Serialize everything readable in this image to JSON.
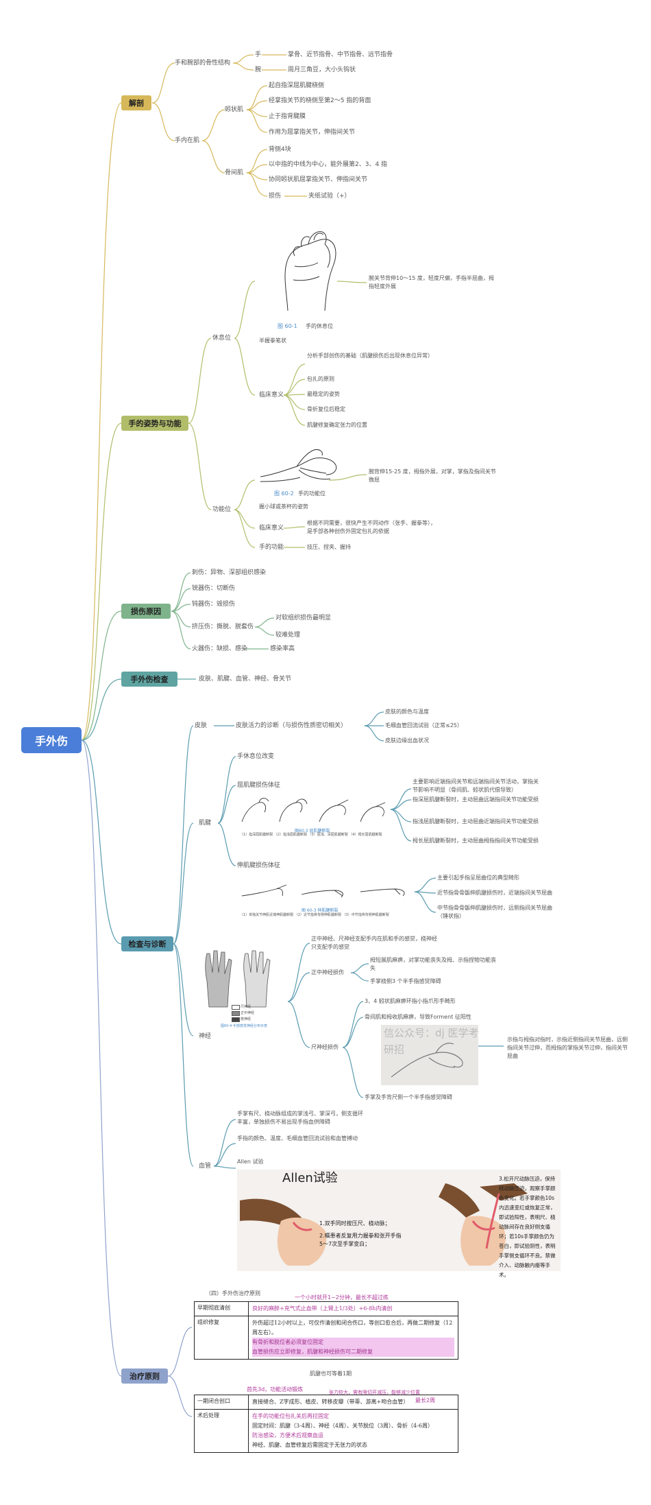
{
  "root": "手外伤",
  "colors": {
    "root": "#4a7ed8",
    "anatomy": "#d6b85a",
    "posture": "#b2bd6a",
    "cause": "#7fb38b",
    "check": "#5fa4a1",
    "diag": "#5a9bb0",
    "treat": "#8fa2cc"
  },
  "categories": {
    "anatomy": "解剖",
    "posture": "手的姿势与功能",
    "cause": "损伤原因",
    "check": "手外伤检查",
    "diag": "检查与诊断",
    "treat": "治疗原则"
  },
  "anatomy": {
    "bone": "手和腕部的骨性结构",
    "hand": "手",
    "hand_d": "掌骨、近节指骨、中节指骨、远节指骨",
    "wrist": "腕",
    "wrist_d": "周月三角豆，大小头钩状",
    "intrinsic": "手内在肌",
    "lumbrical": "蚓状肌",
    "lumbrical_items": [
      "起自指深屈肌腱桡侧",
      "经掌指关节的桡侧至第2～5 指的背面",
      "止于指背腱膜",
      "作用为屈掌指关节，伸指间关节"
    ],
    "interossei": "骨间肌",
    "interossei_items": [
      "背侧4块",
      "以中指的中线为中心，能外展第2、3、4 指",
      "协同蚓状肌屈掌指关节、伸指间关节"
    ],
    "injury": "损伤",
    "injury_d": "夹纸试验（+）"
  },
  "posture": {
    "rest": "休息位",
    "rest_fig": "图 60-1",
    "rest_fig_t": "手的休息位",
    "rest_desc": "腕关节背伸10～15 度，轻度尺偏，手指半屈曲，拇指轻度外展",
    "rest_sub": "半握拳笔状",
    "clinical": "临床意义",
    "rest_clinical": [
      "分析手部创伤的基础（肌腱损伤后出现休息位异常）",
      "包扎的原则",
      "最稳定的姿势",
      "骨折复位后稳定",
      "肌腱修复确定张力的位置"
    ],
    "func": "功能位",
    "func_fig": "图 60-2",
    "func_fig_t": "手的功能位",
    "func_desc": "腕背伸15-25 度，拇指外展，对掌，掌指及指间关节微屈",
    "func_sub": "握小球或茶杯的姿势",
    "func_clinical": "根据不同需要，很快产生不同动作（张手、握拳等），是手部各种创伤外固定包扎的依据",
    "hand_func": "手的功能",
    "hand_func_d": "技压、捏夹、握持"
  },
  "cause": {
    "items": [
      "刺伤：异物、深部组织感染",
      "锐器伤：切断伤",
      "钝器伤：毁损伤"
    ],
    "crush": "挤压伤：撕脱、脱套伤",
    "crush_a": "对软组织损伤最明显",
    "crush_b": "较难处理",
    "fire": "火器伤：缺损、感染",
    "fire_d": "感染率高"
  },
  "check": {
    "items": "皮肤、肌腱、血管、神经、骨关节"
  },
  "diag": {
    "skin": "皮肤",
    "skin_vital": "皮肤活力的诊断（与损伤性质密切相关）",
    "skin_items": [
      "皮肤的颜色与温度",
      "毛细血管回流试验（正常≤25）",
      "皮肤边缘出血状况"
    ],
    "tendon": "肌腱",
    "t_rest": "手休息位改变",
    "flex_sign": "屈肌腱损伤体征",
    "flex_items": [
      "主要影响近端指间关节和远端指间关节活动，掌指关节影响不明显（骨间肌、蚓状肌代偿导致）",
      "指深屈肌腱断裂时，主动屈曲远端指间关节功能受损",
      "指浅屈肌腱断裂时，主动屈曲近端指间关节功能受损",
      "拇长屈肌腱断裂时，主动屈曲拇指指间关节功能受损"
    ],
    "flex_fig": "图60-3   屈肌腱断裂",
    "flex_cap": "（1）指深屈肌腱断裂   （2）指浅屈肌腱断裂   （3）屈浅、深屈肌腱断裂   （4）拇长屈肌腱断裂",
    "ext_sign": "伸肌腱损伤体征",
    "ext_items": [
      "主要引起手指呈屈曲位的典型畸形",
      "近节指骨骨骺伸肌腱损伤时，近端指间关节屈曲",
      "中节指骨骨骺伸肌腱损伤时，远侧指间关节屈曲（锤状指）"
    ],
    "ext_fig": "图 60-3   伸肌腱断裂",
    "ext_cap": "（1）单独关节伸肌近端伸肌腱断裂   （2）近节指骨背侧伸肌腱断裂   （3）中节指骨背侧伸肌腱断裂",
    "nerve": "神经",
    "nerve_desc": "正中神经、尺神经支配手内在肌和手的感觉，桡神经只支配手的感觉",
    "median": "正中神经损伤",
    "median_items": [
      "拇短展肌麻痹，对掌功能丧失及拇、示指捏物功能丧失",
      "手掌桡侧3 个半手指感觉障碍"
    ],
    "ulnar": "尺神经损伤",
    "ulnar_items": [
      "3、4 蚓状肌麻痹环指小指爪形手畸形",
      "骨间肌和拇收肌麻痹，导致Forment 征阳性"
    ],
    "ulnar_desc": "示指与拇指对指时，示指近侧指间关节屈曲，远侧指间关节过伸，而拇指的掌指关节过伸，指间关节屈曲",
    "ulnar_last": "手掌及手背尺侧一个半手指感觉障碍",
    "nerve_legend": [
      "尺神经",
      "正中神经",
      "桡神经"
    ],
    "nerve_fig": "图60-4   手部感觉神经分布示意",
    "watermark": "信公众号：dj  医学考研招",
    "vessel": "血管",
    "vessel_a": "手掌有尺、桡动脉组成的掌浅弓、掌深弓，侧支循环丰富，单独损伤不易出现手指血供障碍",
    "vessel_b": "手指的颜色、温度、毛细血管回流试验和血管搏动",
    "allen": "Allen 试验",
    "allen_title": "Allen试验",
    "allen_l1": "1.双手同时按压尺、桡动脉；",
    "allen_l2": "2.嘱患者反复用力握拳和张开手指5～7次至手掌变白；",
    "allen_r": "3.松开尺动脉压迫，保持桡动脉压迫，观察手掌颜色变化。若手掌颜色10s内迅速变红或恢复正常，即试验阳性，表明尺、桡动脉间存在良好侧支循环；若10s手掌颜色仍为苍白，即试验阴性，表明手掌侧支循环不良。禁做介入、动脉触内瘘等手术。"
  },
  "treat": {
    "section": "（四）手外伤治疗原则",
    "note_top": "一个小时就开1~2分钟，最长不超过练",
    "r1_h": "早期彻底清创",
    "r1_t": "良好的麻醉+充气式止血带（上臂上1/3处）+6-8h内清创",
    "r2_h": "组织修复",
    "r2_t1": "外伤超过12小时以上，可仅作清创和闭合伤口，等创口愈合后，再做二期修复（12周左右）。",
    "r2_t2": "有骨折和脱位者必须复位固定",
    "r2_t3": "血管损伤应立即修复，肌腱和神经损伤可二期修复",
    "mid_note": "肌腱也可等着1期",
    "note2": "首先3d，功能活动锻炼",
    "note3": "张力较大，需有限切开减压，能够减少位置",
    "note4": "最长2周",
    "r3_h": "一期闭合创口",
    "r3_t": "直接缝合、Z字成形、植皮、转移皮瓣（带蒂、游离+吻合血管）",
    "r4_h": "术后处理",
    "r4_t1": "在手的功能位包扎关后再拉固定",
    "r4_t2": "固定时间：肌腱（3-4周）、神经（4周）、关节脱位（3周）、骨折（4-6周）",
    "r4_t3": "防治感染，方便术后观察血运",
    "r4_t4": "神经、肌腱、血管修复后需固定于无张力的状态"
  }
}
